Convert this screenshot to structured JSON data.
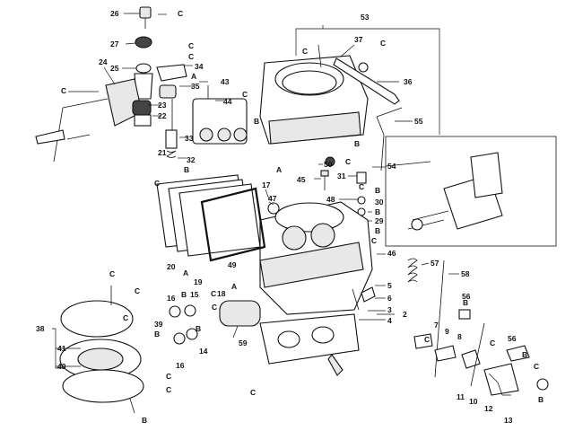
{
  "labels": [
    {
      "id": "l26",
      "text": "26"
    },
    {
      "id": "lC1",
      "text": "C"
    },
    {
      "id": "l27",
      "text": "27"
    },
    {
      "id": "lC2",
      "text": "C"
    },
    {
      "id": "lC3",
      "text": "C"
    },
    {
      "id": "l25",
      "text": "25"
    },
    {
      "id": "l34",
      "text": "34"
    },
    {
      "id": "lA1",
      "text": "A"
    },
    {
      "id": "l24",
      "text": "24"
    },
    {
      "id": "l35",
      "text": "35"
    },
    {
      "id": "l43",
      "text": "43"
    },
    {
      "id": "lC4",
      "text": "C"
    },
    {
      "id": "l23",
      "text": "23"
    },
    {
      "id": "l22",
      "text": "22"
    },
    {
      "id": "l44",
      "text": "44"
    },
    {
      "id": "lC5",
      "text": "C"
    },
    {
      "id": "lB1",
      "text": "B"
    },
    {
      "id": "l33",
      "text": "33"
    },
    {
      "id": "l21",
      "text": "21"
    },
    {
      "id": "l32",
      "text": "32"
    },
    {
      "id": "lB2",
      "text": "B"
    },
    {
      "id": "lC6",
      "text": "C"
    },
    {
      "id": "l53",
      "text": "53"
    },
    {
      "id": "l37",
      "text": "37"
    },
    {
      "id": "lC7",
      "text": "C"
    },
    {
      "id": "lC8",
      "text": "C"
    },
    {
      "id": "l36",
      "text": "36"
    },
    {
      "id": "l55",
      "text": "55"
    },
    {
      "id": "lB3",
      "text": "B"
    },
    {
      "id": "lA2",
      "text": "A"
    },
    {
      "id": "l54",
      "text": "54"
    },
    {
      "id": "l50",
      "text": "50"
    },
    {
      "id": "lC9",
      "text": "C"
    },
    {
      "id": "l45",
      "text": "45"
    },
    {
      "id": "l31",
      "text": "31"
    },
    {
      "id": "lC10",
      "text": "C"
    },
    {
      "id": "l48",
      "text": "48"
    },
    {
      "id": "lB4",
      "text": "B"
    },
    {
      "id": "l30",
      "text": "30"
    },
    {
      "id": "lB5",
      "text": "B"
    },
    {
      "id": "l29",
      "text": "29"
    },
    {
      "id": "lB6",
      "text": "B"
    },
    {
      "id": "l17",
      "text": "17"
    },
    {
      "id": "l47",
      "text": "47"
    },
    {
      "id": "lC11",
      "text": "C"
    },
    {
      "id": "l46",
      "text": "46"
    },
    {
      "id": "l57",
      "text": "57"
    },
    {
      "id": "l58",
      "text": "58"
    },
    {
      "id": "l20",
      "text": "20"
    },
    {
      "id": "l19",
      "text": "19"
    },
    {
      "id": "l18",
      "text": "18"
    },
    {
      "id": "l49",
      "text": "49"
    },
    {
      "id": "lA3",
      "text": "A"
    },
    {
      "id": "lA4",
      "text": "A"
    },
    {
      "id": "lC12",
      "text": "C"
    },
    {
      "id": "lC13",
      "text": "C"
    },
    {
      "id": "l5",
      "text": "5"
    },
    {
      "id": "l6",
      "text": "6"
    },
    {
      "id": "l3",
      "text": "3"
    },
    {
      "id": "l4",
      "text": "4"
    },
    {
      "id": "l2",
      "text": "2"
    },
    {
      "id": "l16a",
      "text": "16"
    },
    {
      "id": "lB7",
      "text": "B"
    },
    {
      "id": "l15",
      "text": "15"
    },
    {
      "id": "l39",
      "text": "39"
    },
    {
      "id": "lB8",
      "text": "B"
    },
    {
      "id": "l38",
      "text": "38"
    },
    {
      "id": "l41",
      "text": "41"
    },
    {
      "id": "l40",
      "text": "40"
    },
    {
      "id": "l59",
      "text": "59"
    },
    {
      "id": "lB9",
      "text": "B"
    },
    {
      "id": "l14",
      "text": "14"
    },
    {
      "id": "l16b",
      "text": "16"
    },
    {
      "id": "lC14",
      "text": "C"
    },
    {
      "id": "lC15",
      "text": "C"
    },
    {
      "id": "lC16",
      "text": "C"
    },
    {
      "id": "lB10",
      "text": "B"
    },
    {
      "id": "lB11",
      "text": "B"
    },
    {
      "id": "l56a",
      "text": "56"
    },
    {
      "id": "l7",
      "text": "7"
    },
    {
      "id": "l9",
      "text": "9"
    },
    {
      "id": "l8",
      "text": "8"
    },
    {
      "id": "lC17",
      "text": "C"
    },
    {
      "id": "l56b",
      "text": "56"
    },
    {
      "id": "lB12",
      "text": "B"
    },
    {
      "id": "lC18",
      "text": "C"
    },
    {
      "id": "lC19",
      "text": "C"
    },
    {
      "id": "l11",
      "text": "11"
    },
    {
      "id": "l10",
      "text": "10"
    },
    {
      "id": "l12",
      "text": "12"
    },
    {
      "id": "l13",
      "text": "13"
    },
    {
      "id": "lB13",
      "text": "B"
    },
    {
      "id": "lC20",
      "text": "C"
    },
    {
      "id": "lC21",
      "text": "C"
    },
    {
      "id": "lC22",
      "text": "C"
    }
  ]
}
